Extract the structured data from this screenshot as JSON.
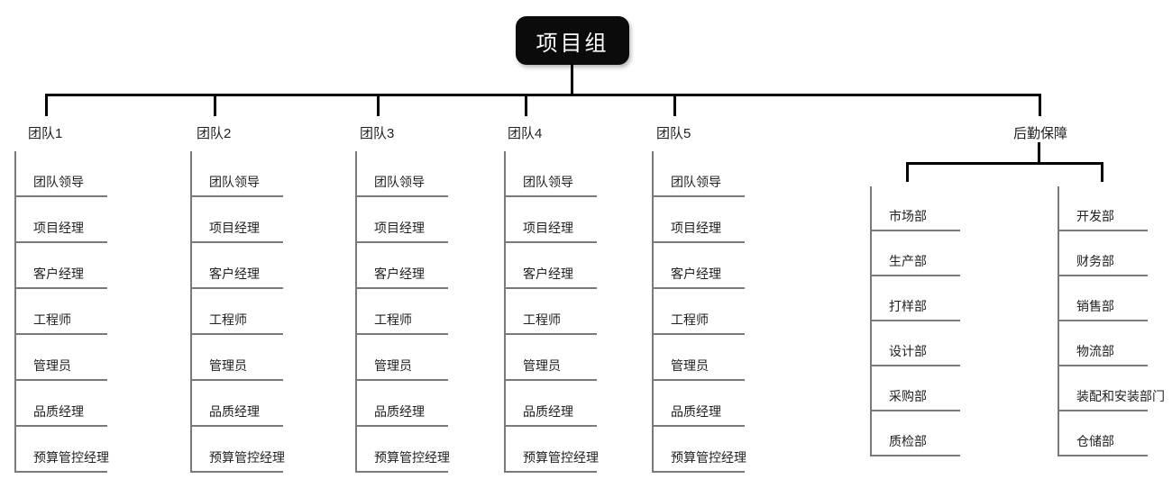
{
  "root": {
    "label": "项目组"
  },
  "teams": [
    {
      "label": "团队1",
      "items": [
        "团队领导",
        "项目经理",
        "客户经理",
        "工程师",
        "管理员",
        "品质经理",
        "预算管控经理"
      ]
    },
    {
      "label": "团队2",
      "items": [
        "团队领导",
        "项目经理",
        "客户经理",
        "工程师",
        "管理员",
        "品质经理",
        "预算管控经理"
      ]
    },
    {
      "label": "团队3",
      "items": [
        "团队领导",
        "项目经理",
        "客户经理",
        "工程师",
        "管理员",
        "品质经理",
        "预算管控经理"
      ]
    },
    {
      "label": "团队4",
      "items": [
        "团队领导",
        "项目经理",
        "客户经理",
        "工程师",
        "管理员",
        "品质经理",
        "预算管控经理"
      ]
    },
    {
      "label": "团队5",
      "items": [
        "团队领导",
        "项目经理",
        "客户经理",
        "工程师",
        "管理员",
        "品质经理",
        "预算管控经理"
      ]
    }
  ],
  "logistics": {
    "label": "后勤保障",
    "left_column": [
      "市场部",
      "生产部",
      "打样部",
      "设计部",
      "采购部",
      "质检部"
    ],
    "right_column": [
      "开发部",
      "财务部",
      "销售部",
      "物流部",
      "装配和安装部门",
      "仓储部"
    ]
  },
  "colors": {
    "node_bg": "#0b0b0b",
    "node_text": "#ffffff",
    "connector": "#000000",
    "branch_line": "#7a7a7a",
    "text": "#212121"
  }
}
